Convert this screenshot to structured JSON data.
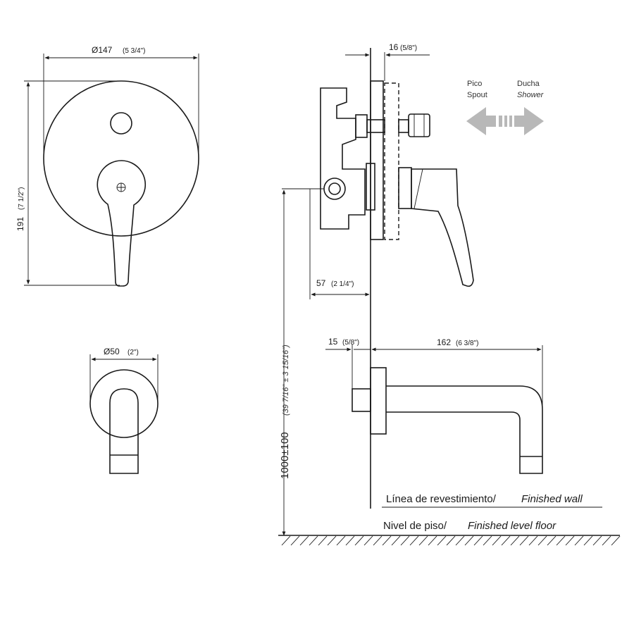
{
  "dimensions": {
    "plate_diameter": "Ø147",
    "plate_diameter_in": "(5 3/4\")",
    "plate_height": "191",
    "plate_height_in": "(7 1/2\")",
    "rosette_diameter": "Ø50",
    "rosette_diameter_in": "(2\")",
    "body_depth": "16",
    "body_depth_in": "(5/8\")",
    "body_offset": "57",
    "body_offset_in": "(2 1/4\")",
    "spout_base": "15",
    "spout_base_in": "(5/8\")",
    "spout_length": "162",
    "spout_length_in": "(6 3/8\")",
    "height_floor": "1000±100",
    "height_floor_in": "(39 7/16\" ± 3 15/16\")"
  },
  "diverter": {
    "left_es": "Pico",
    "left_en": "Spout",
    "right_es": "Ducha",
    "right_en": "Shower"
  },
  "labels": {
    "wall_es": "Línea de revestimiento/",
    "wall_en": "Finished wall",
    "floor_es": "Nivel de piso/",
    "floor_en": "Finished level floor"
  },
  "colors": {
    "line": "#1a1a1a",
    "arrow": "#b8b8b8"
  }
}
